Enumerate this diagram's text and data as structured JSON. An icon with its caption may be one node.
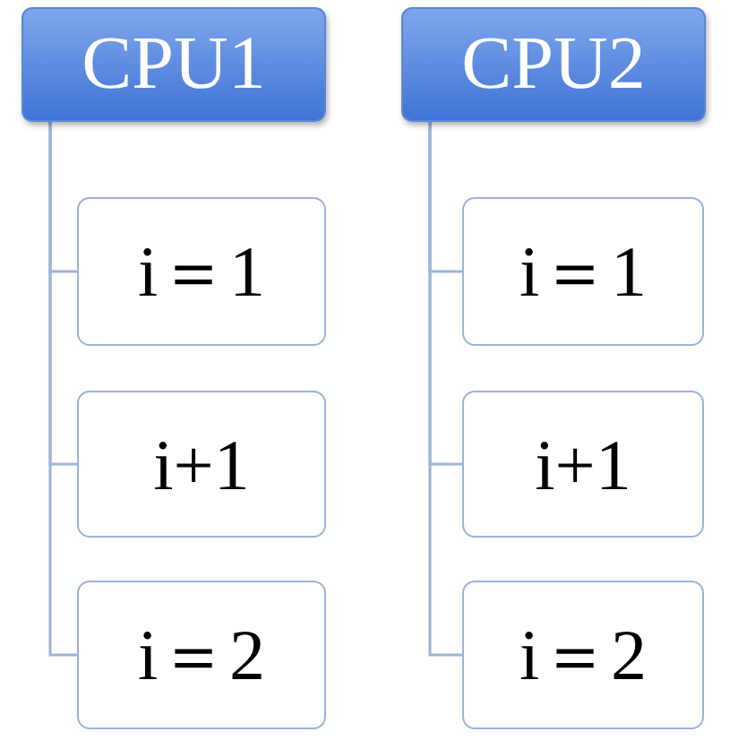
{
  "diagram": {
    "nodes": [
      {
        "text": [
          "CPU1"
        ]
      },
      {
        "text": [
          "i＝1"
        ]
      },
      {
        "text": [
          "i+1"
        ]
      },
      {
        "text": [
          "i＝2"
        ]
      },
      {
        "text": [
          "CPU2"
        ]
      },
      {
        "text": [
          "i＝1"
        ]
      },
      {
        "text": [
          "i+1"
        ]
      },
      {
        "text": [
          "i＝2"
        ]
      }
    ],
    "edges": [
      {
        "from": 0,
        "to": 1,
        "arrow": "none"
      },
      {
        "from": 0,
        "to": 2,
        "arrow": "none"
      },
      {
        "from": 0,
        "to": 3,
        "arrow": "none"
      },
      {
        "from": 4,
        "to": 5,
        "arrow": "none"
      },
      {
        "from": 4,
        "to": 6,
        "arrow": "none"
      },
      {
        "from": 4,
        "to": 7,
        "arrow": "none"
      }
    ]
  }
}
